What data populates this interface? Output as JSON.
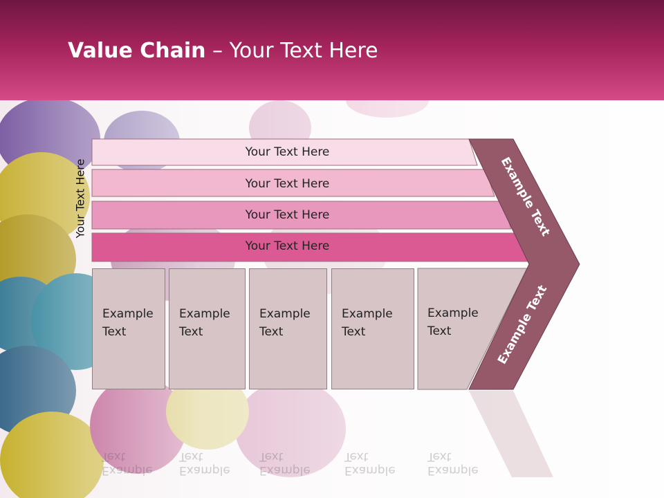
{
  "slide": {
    "title_bold": "Value Chain",
    "title_rest": " – Your Text Here"
  },
  "side_label": "Your Text Here",
  "bars": [
    {
      "label": "Your Text Here",
      "color": "#f8dde8"
    },
    {
      "label": "Your Text Here",
      "color": "#f1b8d0"
    },
    {
      "label": "Your Text Here",
      "color": "#e897bd"
    },
    {
      "label": "Your Text Here",
      "color": "#dc5a93"
    }
  ],
  "cells": [
    {
      "label": "Example\nText"
    },
    {
      "label": "Example\nText"
    },
    {
      "label": "Example\nText"
    },
    {
      "label": "Example\nText"
    },
    {
      "label": "Example\nText"
    }
  ],
  "chevron": {
    "upper_label": "Example Text",
    "lower_label": "Example Text",
    "color": "#95596a"
  },
  "colors": {
    "header_top": "#6f1643",
    "header_bottom": "#d54a87",
    "cell_fill": "#d7c4c6"
  }
}
